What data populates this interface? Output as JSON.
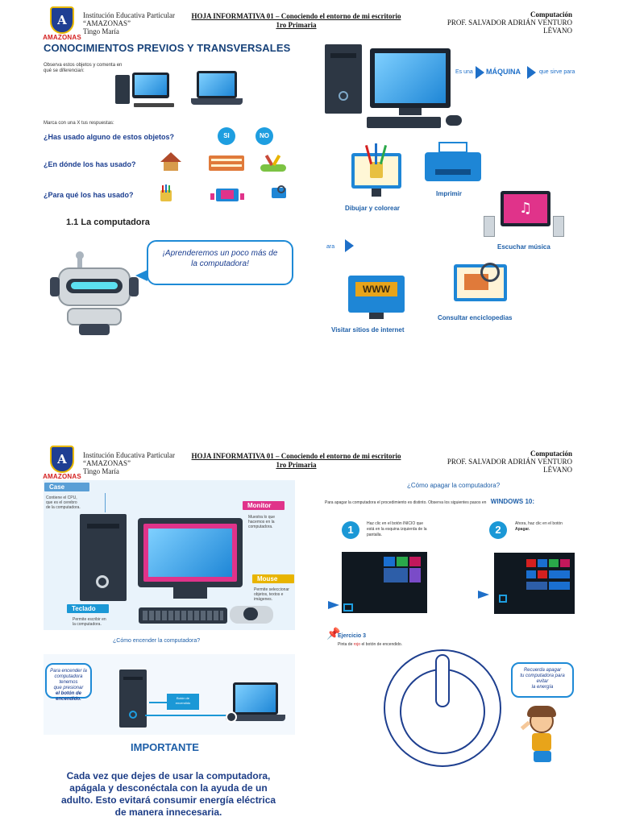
{
  "header": {
    "school_line1": "Institución Educativa Particular",
    "school_line2": "“AMAZONAS”",
    "school_line3": "Tingo María",
    "logo_word": "AMAZONAS",
    "logo_letter": "A",
    "title": "HOJA INFORMATIVA 01 – Conociendo el entorno de mi escritorio",
    "grade": "1ro Primaria",
    "subject": "Computación",
    "prof": "PROF. SALVADOR ADRIÁN VENTURO",
    "prof2": "LÉVANO"
  },
  "page1": {
    "title": "CONOCIMIENTOS PREVIOS Y TRANSVERSALES",
    "observe_line1": "Observa estos objetos y comenta en",
    "observe_line2": "qué se diferencian:",
    "mark_text": "Marca con una X tus respuestas:",
    "q1": "¿Has usado alguno de estos objetos?",
    "q2": "¿En dónde los has usado?",
    "q3": "¿Para qué los has usado?",
    "yes": "SI",
    "no": "NO",
    "section": "1.1 La computadora",
    "speech_line1": "¡Aprenderemos un poco más de",
    "speech_line2": "la computadora!",
    "es_una": "Es una",
    "maquina": "MÁQUINA",
    "sirve_para": "que sirve para",
    "ara": "ara",
    "uses": {
      "draw": "Dibujar y colorear",
      "print": "Imprimir",
      "music": "Escuchar música",
      "internet": "Visitar sitios de internet",
      "encyclopedia": "Consultar enciclopedias",
      "www": "WWW"
    }
  },
  "page2": {
    "case_label": "Case",
    "case_desc_1": "Contiene el CPU,",
    "case_desc_2": "que es el cerebro",
    "case_desc_3": "de la computadora.",
    "monitor_label": "Monitor",
    "monitor_desc_1": "Muestra lo que",
    "monitor_desc_2": "hacemos en la",
    "monitor_desc_3": "computadora.",
    "mouse_label": "Mouse",
    "mouse_desc_1": "Permite seleccionar",
    "mouse_desc_2": "objetos, textos e",
    "mouse_desc_3": "imágenes.",
    "keyboard_label": "Teclado",
    "keyboard_desc_1": "Permite escribir en",
    "keyboard_desc_2": "la computadora.",
    "turn_on_title": "¿Cómo encender la computadora?",
    "turn_on_speech_1": "Para encender la",
    "turn_on_speech_2": "computadora tenemos",
    "turn_on_speech_3": "que presionar",
    "turn_on_speech_4": "el botón de encendido.",
    "power_button_label_1": "Botón de",
    "power_button_label_2": "encendido",
    "important_title": "IMPORTANTE",
    "important_line1": "Cada vez que dejes de usar la computadora,",
    "important_line2": "apágala y desconéctala con la ayuda de un",
    "important_line3": "adulto. Esto evitará consumir energía eléctrica",
    "important_line4": "de manera innecesaria.",
    "turn_off_title": "¿Cómo apagar la computadora?",
    "turn_off_intro": "Para apagar la computadora el procedimiento es distinto. Observa los siguientes pasos en",
    "windows": "WINDOWS 10:",
    "step1_num": "1",
    "step1_text_1": "Haz clic en el botón INICIO que",
    "step1_text_2": "está en la esquina izquierda de la",
    "step1_text_3": "pantalla.",
    "step2_num": "2",
    "step2_text_1": "Ahora, haz clic en el botón",
    "step2_text_2": "Apagar.",
    "exercise_title": "Ejercicio 3",
    "exercise_text_a": "Pinta de ",
    "exercise_text_rojo": "rojo",
    "exercise_text_b": " el botón de encendido.",
    "reminder_1": "Recuerda apagar",
    "reminder_2": "tu computadora para evitar",
    "reminder_3": "la energía"
  },
  "colors": {
    "accent_blue": "#1e6fc8",
    "title_blue": "#17427a",
    "case_tag": "#5a9fd6",
    "monitor_tag": "#e0338a",
    "mouse_tag": "#e8b400",
    "keyboard_tag": "#1b98d6",
    "rojo": "#d42020"
  }
}
